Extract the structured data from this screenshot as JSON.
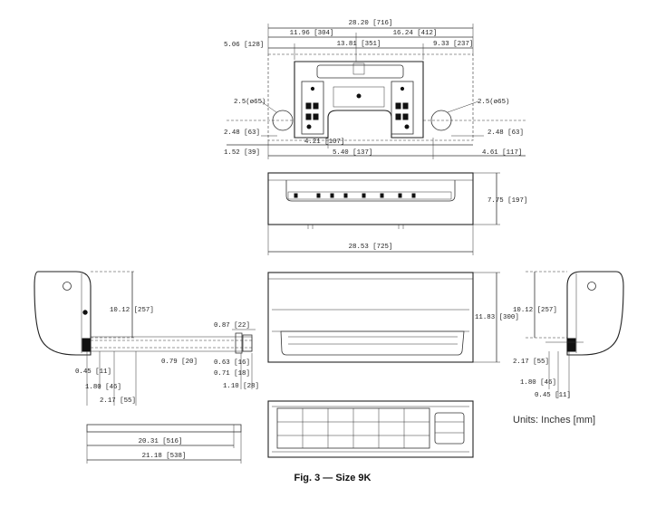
{
  "caption": "Fig. 3 — Size 9K",
  "units_note": "Units: Inches [mm]",
  "plate_dims": {
    "overall_width": "28.20 [716]",
    "left_to_center": "11.96 [304]",
    "center_to_right": "16.24 [412]",
    "left_offset": "5.06 [128]",
    "plate_width": "13.81 [351]",
    "right_offset": "9.33 [237]",
    "hole_left_dia": "2.5(ø65)",
    "hole_right_dia": "2.5(ø65)",
    "hole_left_height": "2.48 [63]",
    "hole_right_height": "2.48 [63]",
    "hole_left_edge": "1.52 [39]",
    "left_inner": "4.21 [107]",
    "center_span": "5.40 [137]",
    "right_inner": "4.61 [117]"
  },
  "top_view": {
    "height": "7.75 [197]",
    "width": "28.53 [725]"
  },
  "front_view": {
    "height": "11.83 [300]"
  },
  "left_side": {
    "height": "10.12 [257]",
    "pipe_a": "0.87 [22]",
    "pipe_b": "0.79 [20]",
    "pipe_c": "0.63 [16]",
    "pipe_d": "0.71 [18]",
    "pipe_e": "1.10 [28]",
    "bottom_a": "0.45 [11]",
    "bottom_b": "1.80 [46]",
    "bottom_c": "2.17 [55]"
  },
  "right_side": {
    "height": "10.12 [257]",
    "bottom_a": "2.17 [55]",
    "bottom_b": "1.80 [46]",
    "bottom_c": "0.45 [11]"
  },
  "pipe": {
    "inner_length": "20.31 [516]",
    "outer_length": "21.18 [538]"
  }
}
